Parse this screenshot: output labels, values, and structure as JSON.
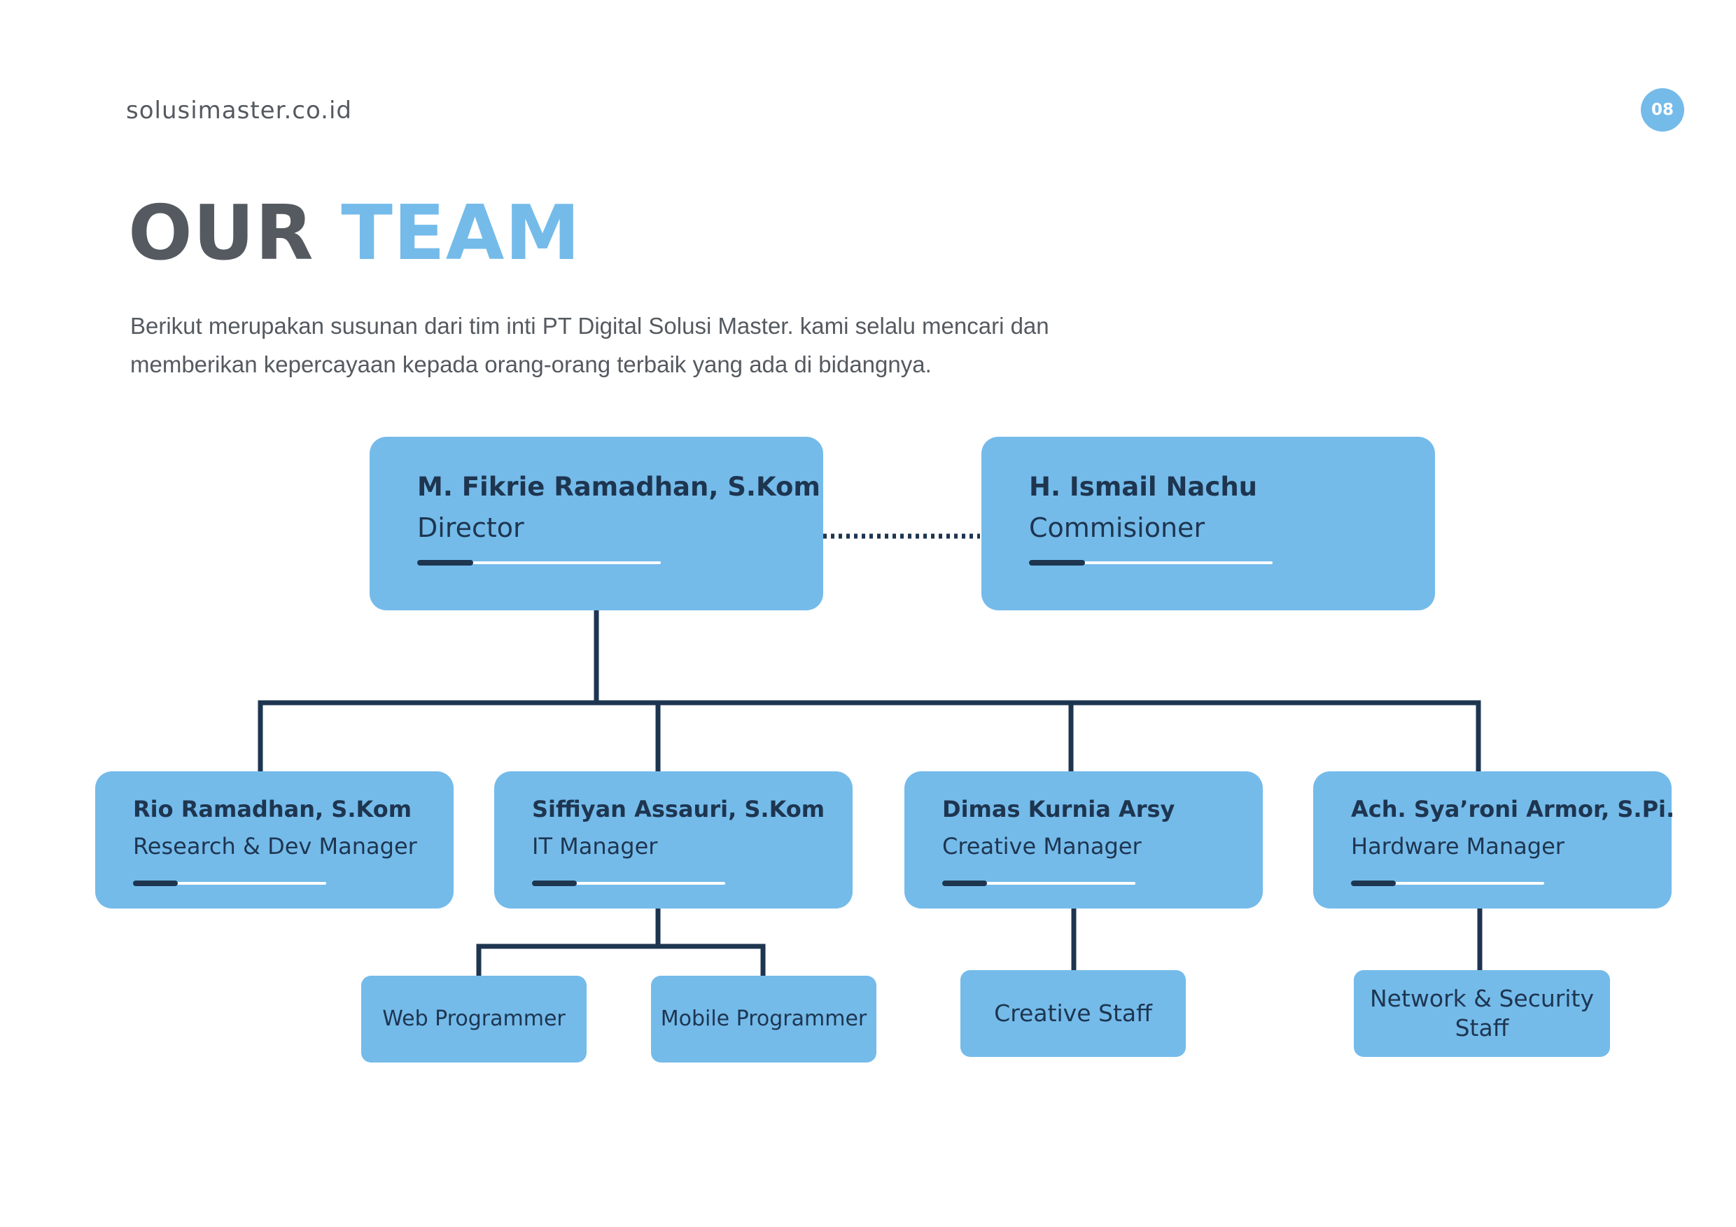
{
  "header": {
    "site": "solusimaster.co.id",
    "page_number": "08"
  },
  "title": {
    "word1": "OUR",
    "word2": "TEAM"
  },
  "description": {
    "line1": "Berikut merupakan susunan dari tim inti PT Digital Solusi Master. kami selalu mencari dan",
    "line2": "memberikan kepercayaan kepada orang-orang terbaik yang ada di bidangnya."
  },
  "colors": {
    "accent": "#74bbea",
    "dark": "#1e3550",
    "heading_gray": "#555a60"
  },
  "org": {
    "director": {
      "name": "M. Fikrie Ramadhan, S.Kom",
      "role": "Director"
    },
    "commissioner": {
      "name": "H. Ismail Nachu",
      "role": "Commisioner"
    },
    "managers": [
      {
        "name": "Rio Ramadhan, S.Kom",
        "role": "Research & Dev Manager"
      },
      {
        "name": "Siffiyan Assauri, S.Kom",
        "role": "IT Manager"
      },
      {
        "name": "Dimas Kurnia Arsy",
        "role": "Creative Manager"
      },
      {
        "name": "Ach. Sya’roni Armor, S.Pi.",
        "role": "Hardware Manager"
      }
    ],
    "staff": {
      "web": "Web Programmer",
      "mobile": "Mobile Programmer",
      "creative": "Creative Staff",
      "network_line1": "Network & Security",
      "network_line2": "Staff"
    }
  }
}
